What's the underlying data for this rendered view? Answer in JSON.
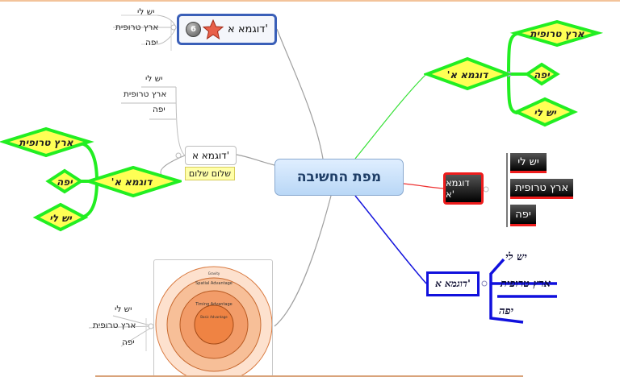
{
  "central": {
    "label": "מפת החשיבה"
  },
  "branches": {
    "top_left": {
      "label": "דוגמא א'",
      "icon_digit": "6",
      "leaves": [
        "יש לי",
        "ארץ טרופית",
        "יפה"
      ]
    },
    "mid_left": {
      "label": "דוגמא א'",
      "note": "שלום שלום",
      "leaves": [
        "יש לי",
        "ארץ טרופית",
        "יפה"
      ]
    },
    "diamond_left": {
      "label": "דוגמא א'",
      "leaves": [
        "ארץ טרופית",
        "יפה",
        "יש לי"
      ]
    },
    "bottom_left": {
      "leaves": [
        "יש לי",
        "ארץ טרופית",
        "יפה"
      ],
      "image_labels": [
        "Gravity",
        "Spatial Advantage",
        "Timing Advantage",
        "Basic Advantage"
      ]
    },
    "right_green": {
      "label": "דוגמא א'",
      "leaves": [
        "ארץ טרופית",
        "יפה",
        "יש לי"
      ]
    },
    "right_red": {
      "label": "דוגמא א'",
      "leaves": [
        "יש לי",
        "ארץ טרופית",
        "יפה"
      ]
    },
    "right_blue": {
      "label": "דוגמא א'",
      "leaves": [
        "יש לי",
        "ארץ טרופית",
        "יפה"
      ]
    }
  },
  "colors": {
    "green": "#22ee22",
    "yellow": "#ffff55",
    "red": "#ee1c1c",
    "blue": "#1111dd",
    "central_text": "#1f3e67"
  }
}
